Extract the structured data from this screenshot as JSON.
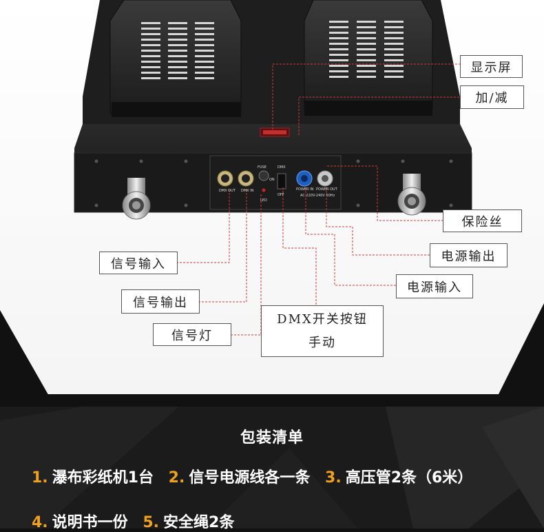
{
  "callouts": {
    "display": "显示屏",
    "plus_minus": "加/减",
    "fuse": "保险丝",
    "power_out": "电源输出",
    "power_in": "电源输入",
    "signal_in": "信号输入",
    "signal_out": "信号输出",
    "signal_light": "信号灯",
    "dmx_switch_line1": "DMX开关按钮",
    "dmx_switch_line2": "手动"
  },
  "panel_labels": {
    "dmx_out": "DMX OUT",
    "dmx_in": "DMX IN",
    "fuse": "FUSE",
    "on": "ON",
    "led": "LED",
    "dmx": "DMX",
    "off": "OFF",
    "power_in": "POWER IN",
    "power_out": "POWER OUT",
    "rating": "AC 220V-240V  50Hz"
  },
  "package": {
    "title": "包装清单",
    "row1": [
      {
        "num": "1.",
        "text": "瀑布彩纸机1台"
      },
      {
        "num": "2.",
        "text": "信号电源线各一条"
      },
      {
        "num": "3.",
        "text": "高压管2条（6米）"
      }
    ],
    "row2": [
      {
        "num": "4.",
        "text": "说明书一份"
      },
      {
        "num": "5.",
        "text": "安全绳2条"
      }
    ]
  },
  "colors": {
    "accent": "#f0a020",
    "leader_line": "#d63a3a"
  }
}
